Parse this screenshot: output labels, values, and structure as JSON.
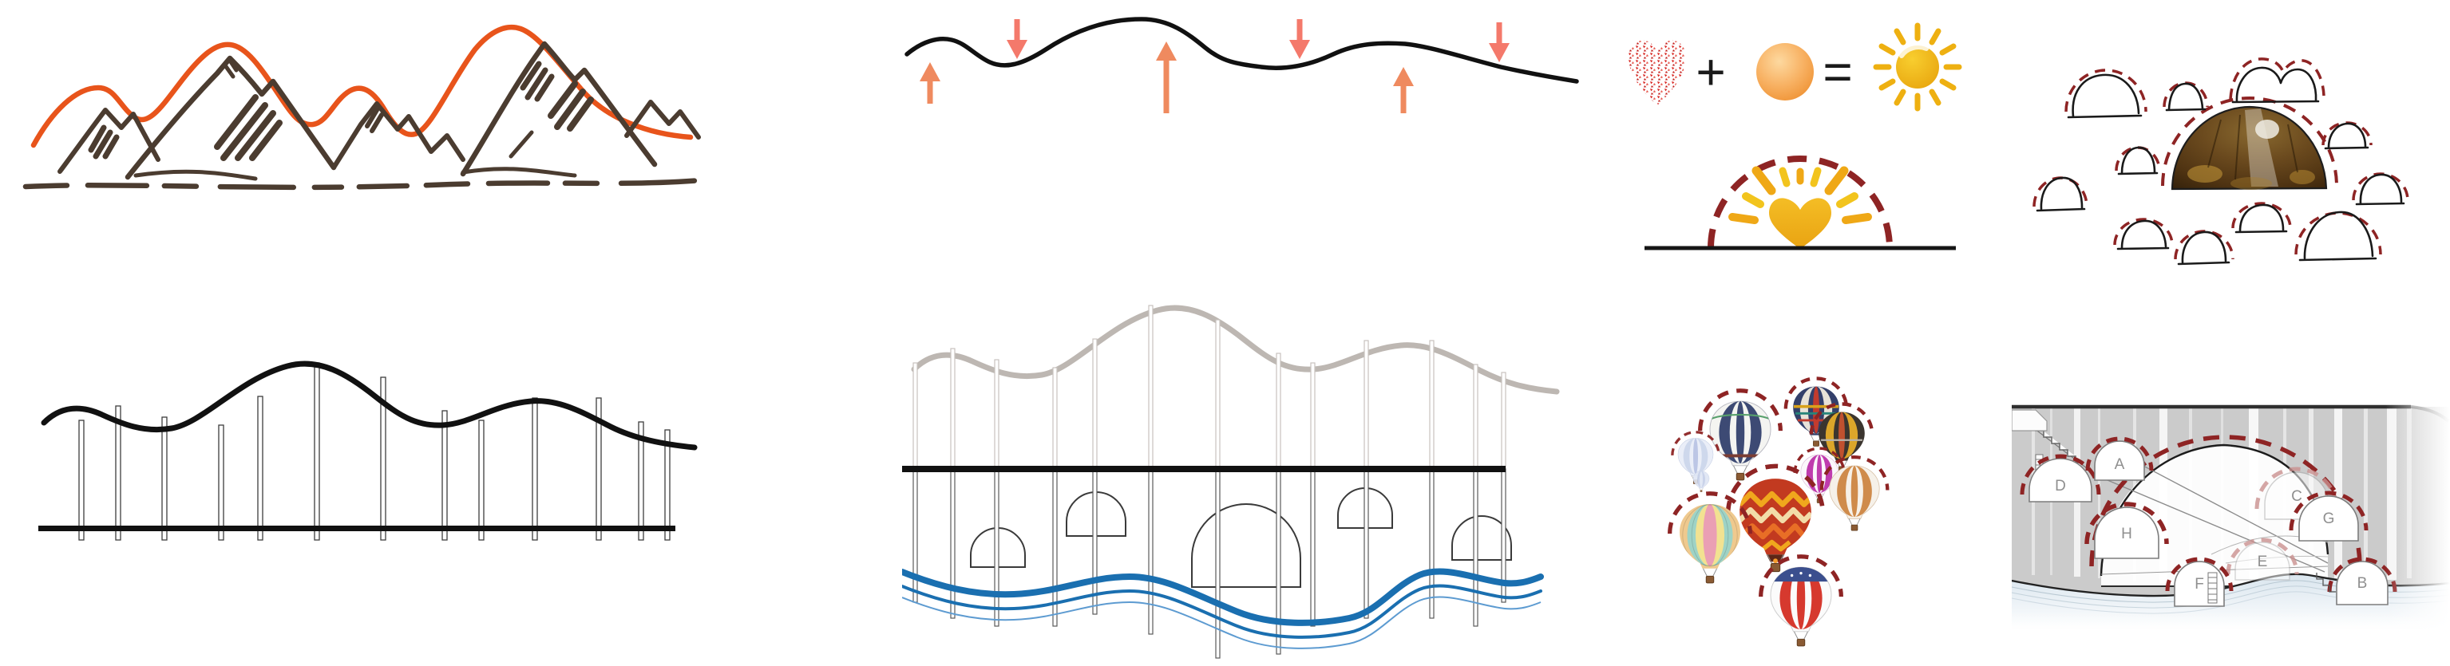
{
  "palette": {
    "orange": "#e8541b",
    "sketch": "#4b3c30",
    "ink": "#111111",
    "coral": "#f4796b",
    "coralUp": "#ef8a5f",
    "maroon": "#8e2424",
    "maroonSoft": "#c9908f",
    "water": "#1a6fb0",
    "waterLight": "#5d9bd1",
    "grayCurve": "#bdb7b2",
    "gold": "#eead13",
    "goldLight": "#f6c933",
    "ballOrange": "#f5a34a",
    "heartRed": "#d8231f",
    "sectionGray": "#cbcbcb",
    "label": "#8f8f8f"
  },
  "equation": {
    "plus_sign": "+",
    "equals_sign": "="
  },
  "section": {
    "room_labels": [
      "A",
      "B",
      "C",
      "D",
      "E",
      "F",
      "G",
      "H"
    ]
  },
  "figures": {
    "panel_1": "mountain-ridge-sketch",
    "panel_2": "ridge-curve-on-columns",
    "panel_3": "wave-balance-arrows",
    "panel_4": "bridge-section-domes-water",
    "panel_5": "heart-plus-ball-equals-sun",
    "panel_6": "heart-sunrise-dashed-dome",
    "panel_7": "hot-air-balloons-dashed-arcs",
    "panel_8": "dome-clouds-cave-photo",
    "panel_9": "cavern-section-rooms"
  }
}
